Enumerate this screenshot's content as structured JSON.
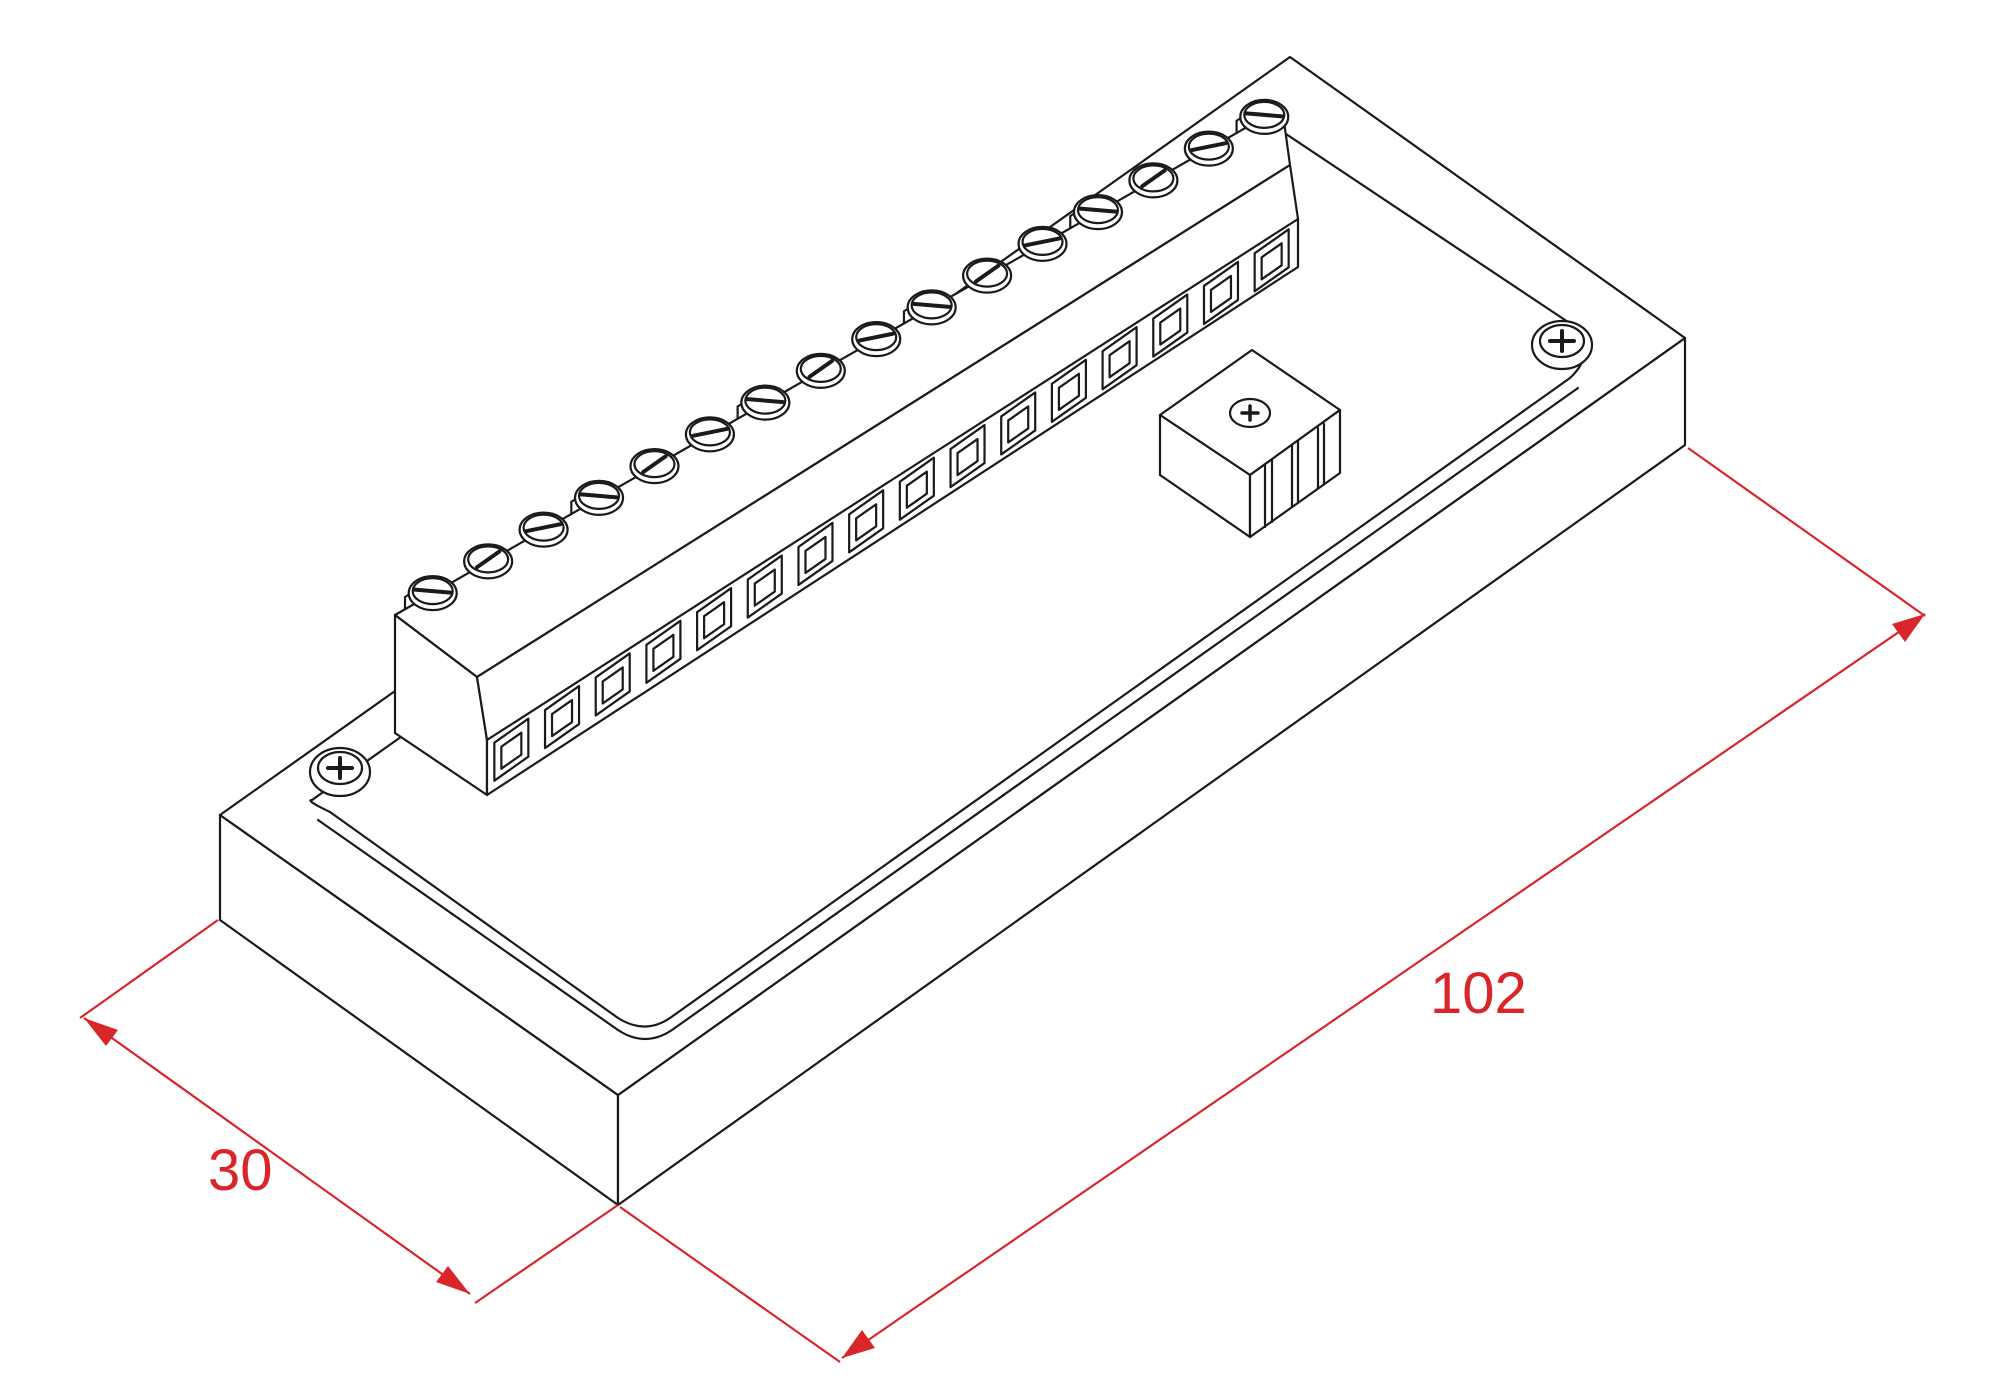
{
  "drawing": {
    "dimensions": {
      "width_label": "30",
      "length_label": "102"
    },
    "terminal_block": {
      "terminal_count": 16
    },
    "mounting_screws": 2,
    "trimmer": {
      "screw_type": "cross"
    },
    "colors": {
      "line": "#1a1a1a",
      "dimension": "#d9262b",
      "background": "#ffffff"
    }
  }
}
